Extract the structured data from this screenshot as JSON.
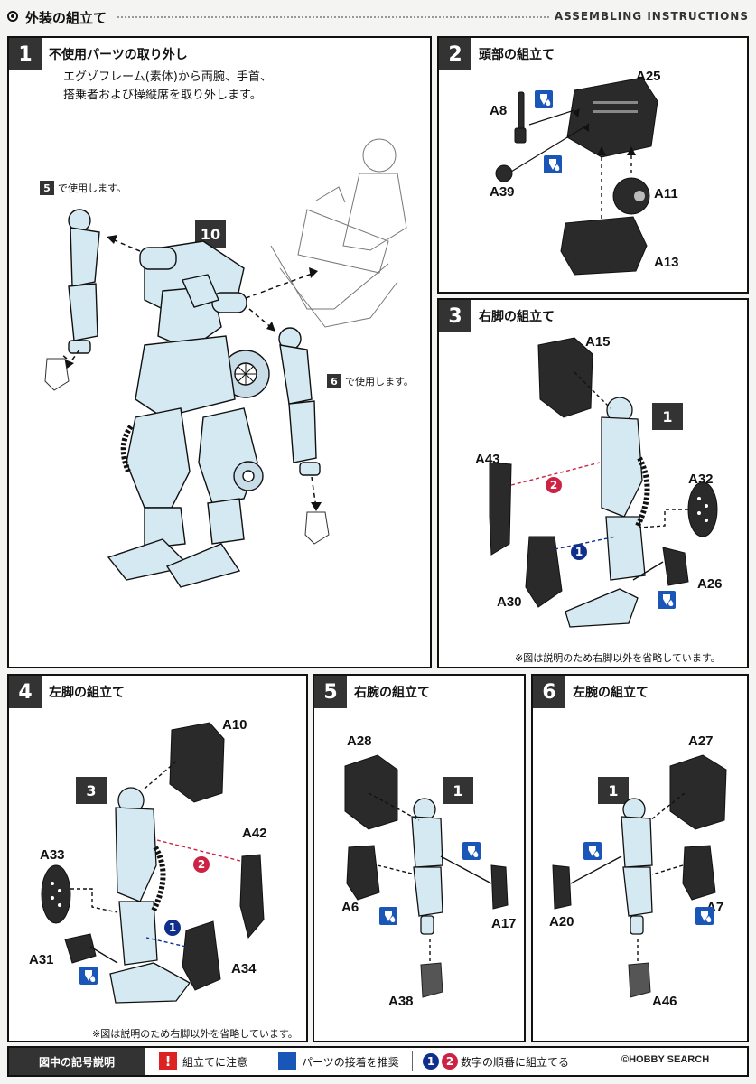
{
  "header": {
    "title": "外装の組立て",
    "subtitle": "ASSEMBLING INSTRUCTIONS"
  },
  "steps": [
    {
      "num": "1",
      "title": "不使用パーツの取り外し",
      "desc_line1": "エグゾフレーム(素体)から両腕、手首、",
      "desc_line2": "搭乗者および操縦席を取り外します。",
      "ref": "10",
      "note_a_num": "5",
      "note_a_text": "で使用します。",
      "note_b_num": "6",
      "note_b_text": "で使用します。"
    },
    {
      "num": "2",
      "title": "頭部の組立て",
      "parts": [
        "A25",
        "A8",
        "A39",
        "A11",
        "A13"
      ]
    },
    {
      "num": "3",
      "title": "右脚の組立て",
      "ref": "1",
      "parts": [
        "A15",
        "A43",
        "A32",
        "A30",
        "A26"
      ],
      "order": [
        "1",
        "2"
      ],
      "note": "※図は説明のため右脚以外を省略しています。"
    },
    {
      "num": "4",
      "title": "左脚の組立て",
      "ref": "3",
      "parts": [
        "A10",
        "A42",
        "A33",
        "A31",
        "A34"
      ],
      "order": [
        "1",
        "2"
      ],
      "note": "※図は説明のため右脚以外を省略しています。"
    },
    {
      "num": "5",
      "title": "右腕の組立て",
      "ref": "1",
      "parts": [
        "A28",
        "A6",
        "A17",
        "A38"
      ]
    },
    {
      "num": "6",
      "title": "左腕の組立て",
      "ref": "1",
      "parts": [
        "A27",
        "A20",
        "A7",
        "A46"
      ]
    }
  ],
  "legend": {
    "head": "図中の記号説明",
    "caution": "組立てに注意",
    "glue": "パーツの接着を推奨",
    "order_text": "数字の順番に組立てる",
    "order_1": "1",
    "order_2": "2",
    "warn_mark": "!",
    "brand": "©HOBBY SEARCH"
  },
  "colors": {
    "frame": "#d5e9f2",
    "part": "#2a2a2a",
    "glue": "#1a56b8",
    "order_blue": "#0f2f8a",
    "order_red": "#cc2244"
  }
}
